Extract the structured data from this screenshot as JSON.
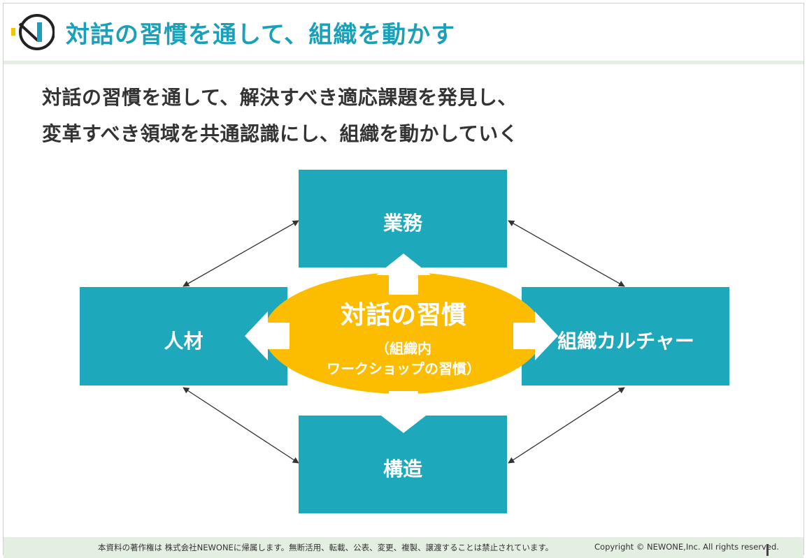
{
  "header": {
    "title": "対話の習慣を通して、組織を動かす"
  },
  "subtitle": {
    "line1": "対話の習慣を通して、解決すべき適応課題を発見し、",
    "line2": "変革すべき領域を共通認識にし、組織を動かしていく"
  },
  "diagram": {
    "center": {
      "main": "対話の習慣",
      "sub1": "（組織内",
      "sub2": "ワークショップの習慣）"
    },
    "nodes": {
      "top": "業務",
      "left": "人材",
      "right": "組織カルチャー",
      "bottom": "構造"
    }
  },
  "footer": {
    "notice": "本資料の著作権は 株式会社NEWONEに帰属します。無断活用、転載、公表、変更、複製、譲渡することは禁止されています。",
    "copyright": "Copyright © NEWONE,Inc.  All rights reserved."
  },
  "colors": {
    "accent": "#1aa0b8",
    "box": "#1ea8bc",
    "center": "#fcbd00",
    "logo_yellow": "#f2c500"
  }
}
